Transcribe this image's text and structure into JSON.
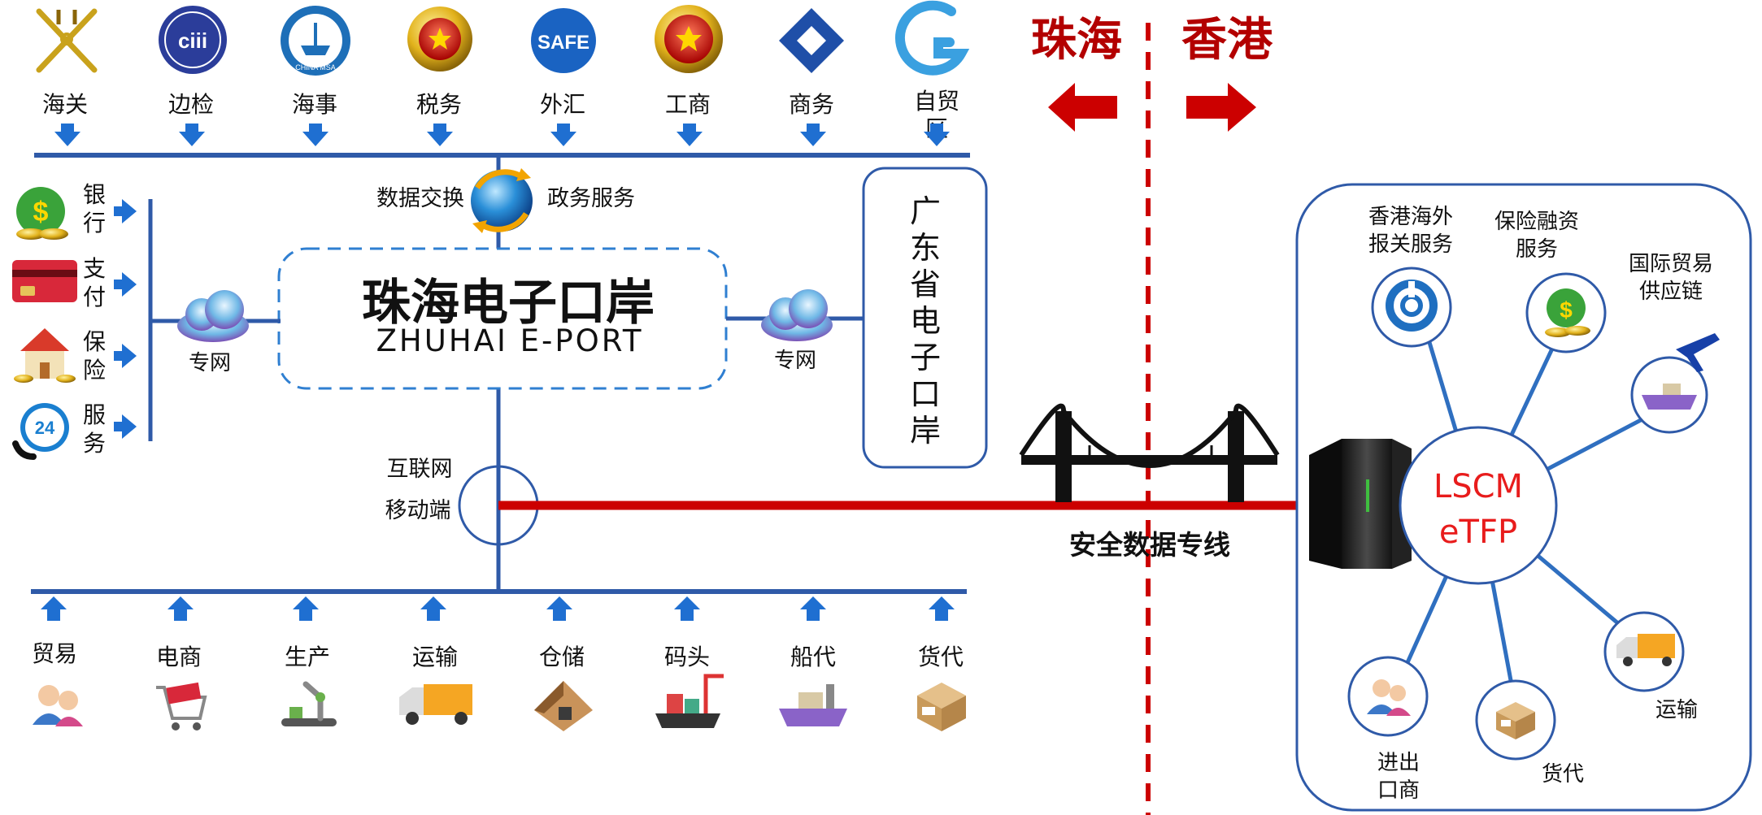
{
  "colors": {
    "blue": "#2f5aa8",
    "red": "#cc0000",
    "dark_red": "#b30000",
    "arrow_blue": "#1f6fd1"
  },
  "agencies": [
    {
      "label": "海关",
      "icon": "customs-key-icon"
    },
    {
      "label": "边检",
      "icon": "border-inspection-emblem-icon"
    },
    {
      "label": "海事",
      "icon": "china-msa-emblem-icon"
    },
    {
      "label": "税务",
      "icon": "tax-emblem-icon"
    },
    {
      "label": "外汇",
      "icon": "safe-forex-logo-icon"
    },
    {
      "label": "工商",
      "icon": "commerce-admin-emblem-icon"
    },
    {
      "label": "商务",
      "icon": "mofcom-logo-icon"
    },
    {
      "label": "自贸区",
      "icon": "ftz-logo-icon"
    }
  ],
  "left_services": [
    {
      "label": "银行",
      "icon": "money-bag-icon"
    },
    {
      "label": "支付",
      "icon": "bank-card-icon"
    },
    {
      "label": "保险",
      "icon": "house-insurance-icon"
    },
    {
      "label": "服务",
      "icon": "24h-phone-icon"
    }
  ],
  "industries": [
    {
      "label": "贸易",
      "icon": "people-icon"
    },
    {
      "label": "电商",
      "icon": "shopping-cart-icon"
    },
    {
      "label": "生产",
      "icon": "production-robot-icon"
    },
    {
      "label": "运输",
      "icon": "truck-icon"
    },
    {
      "label": "仓储",
      "icon": "warehouse-icon"
    },
    {
      "label": "码头",
      "icon": "port-crane-ship-icon"
    },
    {
      "label": "船代",
      "icon": "cargo-ship-icon"
    },
    {
      "label": "货代",
      "icon": "parcel-box-icon"
    }
  ],
  "center": {
    "title_cn": "珠海电子口岸",
    "title_en": "ZHUHAI E-PORT",
    "data_exchange": "数据交换",
    "gov_service": "政务服务",
    "net_left": "专网",
    "net_right": "专网",
    "internet": "互联网",
    "mobile": "移动端",
    "guangdong": "广东省电子口岸"
  },
  "border": {
    "zhuhai": "珠海",
    "hongkong": "香港",
    "secure_line": "安全数据专线"
  },
  "lscm": {
    "hub_line1": "LSCM",
    "hub_line2": "eTFP",
    "nodes": [
      {
        "label": "香港海外报关服务",
        "icon": "wco-logo-icon"
      },
      {
        "label": "保险融资服务",
        "icon": "money-bag-icon"
      },
      {
        "label": "国际贸易供应链",
        "icon": "plane-ship-icon"
      },
      {
        "label": "运输",
        "icon": "truck-icon"
      },
      {
        "label": "货代",
        "icon": "parcel-box-icon"
      },
      {
        "label": "进出口商",
        "icon": "people-icon"
      }
    ]
  }
}
